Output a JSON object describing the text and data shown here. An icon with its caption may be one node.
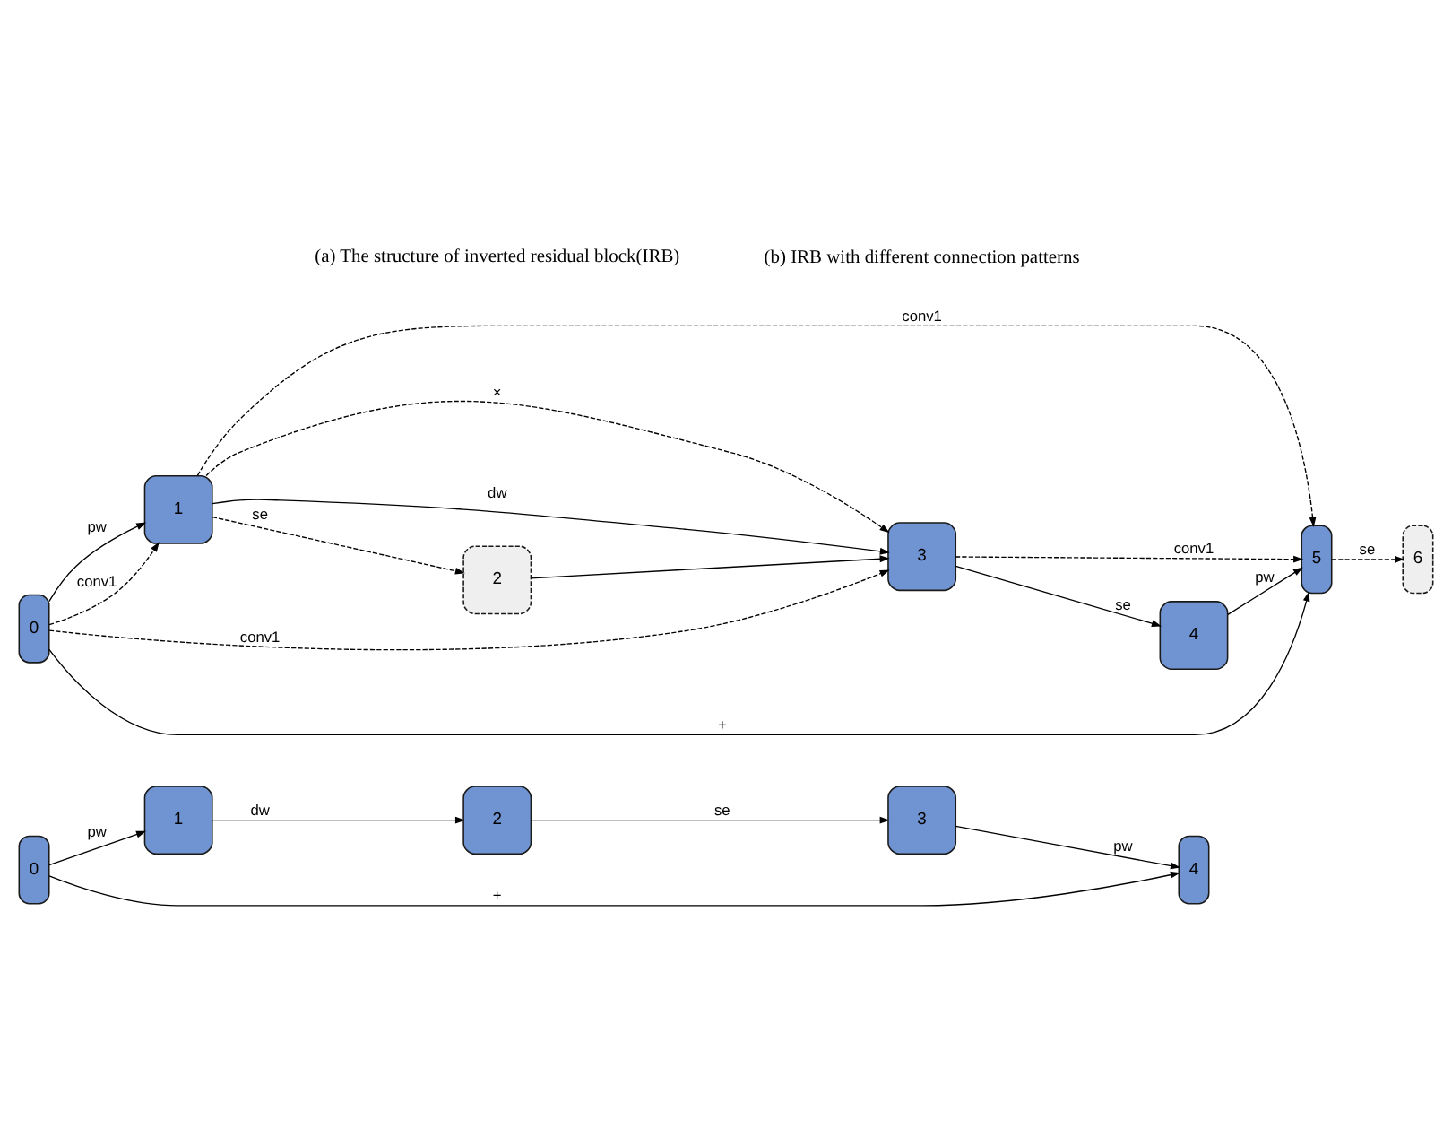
{
  "diagram": {
    "nodes": [
      {
        "text": [
          "0"
        ]
      },
      {
        "text": [
          "1"
        ]
      },
      {
        "text": [
          "2"
        ]
      },
      {
        "text": [
          "3"
        ]
      },
      {
        "text": [
          "4"
        ]
      },
      {
        "text": [
          "0"
        ]
      },
      {
        "text": [
          "1"
        ]
      },
      {
        "text": [
          "2"
        ]
      },
      {
        "text": [
          "3"
        ]
      },
      {
        "text": [
          "4"
        ]
      },
      {
        "text": [
          "5"
        ]
      },
      {
        "text": [
          "6"
        ]
      }
    ],
    "edges": [
      {
        "from": 0,
        "to": 1,
        "arrow": "to",
        "label": "pw"
      },
      {
        "from": 1,
        "to": 2,
        "arrow": "to",
        "label": "dw"
      },
      {
        "from": 2,
        "to": 3,
        "arrow": "to",
        "label": "se"
      },
      {
        "from": 3,
        "to": 4,
        "arrow": "to",
        "label": "pw"
      },
      {
        "from": 0,
        "to": 4,
        "arrow": "to",
        "label": "+"
      },
      {
        "from": 5,
        "to": 8,
        "arrow": "to",
        "label": "conv1",
        "style": "dashed"
      },
      {
        "from": 6,
        "to": 10,
        "arrow": "to",
        "label": "conv1",
        "style": "dashed"
      },
      {
        "from": 5,
        "to": 6,
        "arrow": "to",
        "label": "pw"
      },
      {
        "from": 5,
        "to": 6,
        "arrow": "to",
        "label": "conv1",
        "style": "dashed"
      },
      {
        "from": 6,
        "to": 8,
        "arrow": "to",
        "label": "×",
        "style": "dashed"
      },
      {
        "from": 6,
        "to": 8,
        "arrow": "to",
        "label": "dw"
      },
      {
        "from": 6,
        "to": 7,
        "arrow": "to",
        "label": "se",
        "style": "dashed"
      },
      {
        "from": 7,
        "to": 8,
        "arrow": "to"
      },
      {
        "from": 8,
        "to": 9,
        "arrow": "to",
        "label": "se"
      },
      {
        "from": 9,
        "to": 10,
        "arrow": "to",
        "label": "pw"
      },
      {
        "from": 8,
        "to": 10,
        "arrow": "to",
        "label": "conv1",
        "style": "dashed"
      },
      {
        "from": 10,
        "to": 11,
        "arrow": "to",
        "label": "se",
        "style": "dashed"
      },
      {
        "from": 5,
        "to": 10,
        "arrow": "to",
        "label": "+"
      }
    ],
    "labels": [
      "(a) The structure of inverted residual block(IRB)",
      "(b) IRB with different connection patterns"
    ]
  }
}
